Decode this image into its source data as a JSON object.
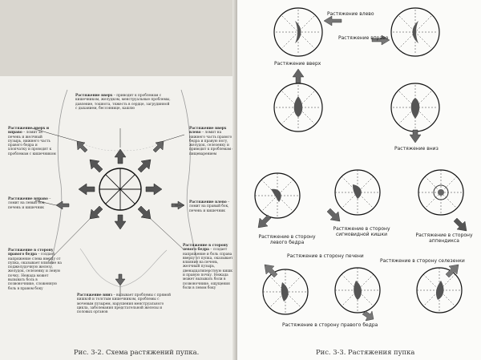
{
  "left_page": {
    "notes": {
      "left_upper": {
        "lead": "Растяжение вверх и вправо",
        "body": " – ломит за печень и желчный пузырь, нижнего часть правого бедра и хлопчатку и проводят к проблемам с кишечником"
      },
      "top_center": {
        "lead": "Растяжение вверх",
        "body": " – приводит к проблемам с кишечником, желудком, менструальные проблемы, давление, тошнота, тяжесть в сердце, загрудинной с дыханием, бессоннице, кашлю"
      },
      "right_upper": {
        "lead": "Растяжение вверх влево",
        "body": " – ломит на нижнего часть правого бедра и правую ногу, желудок, селезенку и приводит к проблемам с пищеварением"
      },
      "left_middle": {
        "lead": "Растяжение вправо",
        "body": " – ломит на левый бок, печень и кишечник"
      },
      "right_middle": {
        "lead": "Растяжение влево",
        "body": " – ломит на правый бок, печень и кишечник"
      },
      "left_lower": {
        "lead": "Растяжение в сторону правого бедра",
        "body": " – создает напряжение слева вверху от пупка, оказывает влияние на поджелудочную железу, желудок, селезенку и левую почку. Нежада может вызывать боль в позвоночнике, сложенную боль в правом боку"
      },
      "right_lower": {
        "lead": "Растяжение в сторону левого бедра",
        "body": " – создает напряжение и боль справа вверху от пупка, оказывает влияние на печень, желчный пузырь, двенадцатиперстную кишку и правую почку. Нежада может вызывать боли в позвоночнике, ощущения боли в левом боку"
      },
      "bottom_center": {
        "lead": "Растяжение вниз",
        "body": " – вызывает проблемы с прямой кишкой и толстым кишечником, проблемы с мочевым пузырем, нарушения менструального цикла, заболевания предстательной железы и половых органов"
      }
    },
    "caption": "Рис. 3-2. Схема растяжений пупка."
  },
  "right_page": {
    "labels": {
      "left": "Растяжение влево",
      "right": "Растяжение вправо",
      "up": "Растяжение вверх",
      "down": "Растяжение вниз",
      "liver": "Растяжение в сторону печени",
      "spleen": "Растяжение в сторону селезенки",
      "left_thigh": "Растяжение в сторону левого бедра",
      "sigmoid": "Растяжение в сторону сигмовидной кишки",
      "appendix": "Растяжение в сторону аппендикса",
      "right_thigh": "Растяжение в сторону правого бедра"
    },
    "caption": "Рис. 3-3. Растяжения пупка"
  }
}
